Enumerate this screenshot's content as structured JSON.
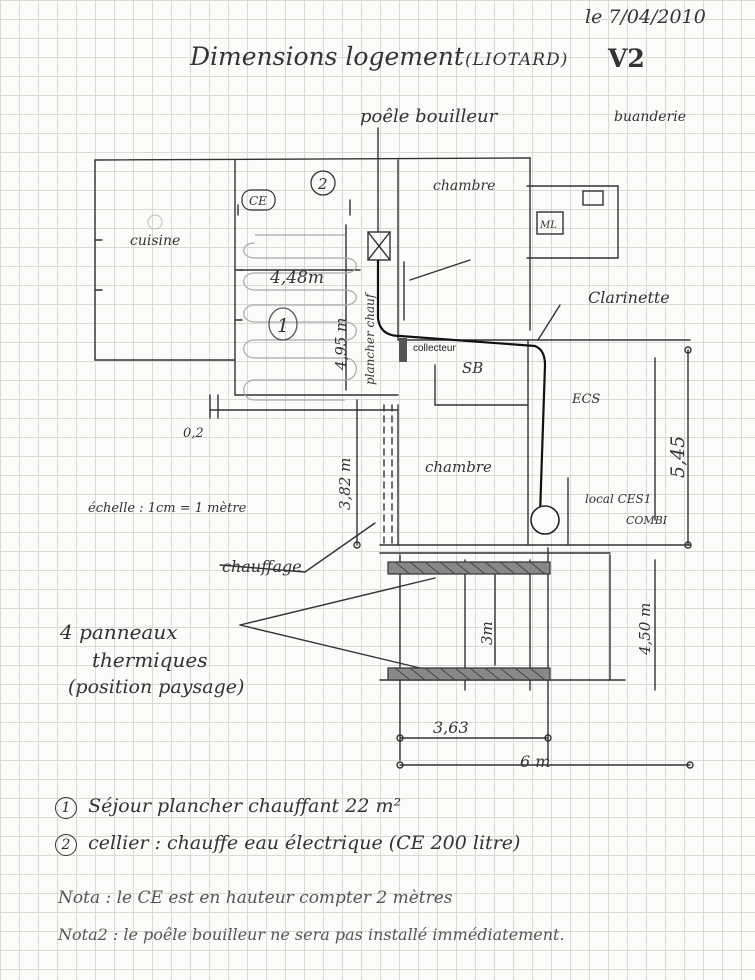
{
  "header": {
    "date": "le 7/04/2010",
    "title": "Dimensions logement",
    "owner": "(LIOTARD)",
    "version": "V2"
  },
  "rooms": {
    "cuisine": "cuisine",
    "chambre_top": "chambre",
    "chambre_mid": "chambre",
    "sb": "SB",
    "buanderie": "buanderie",
    "ml": "ML",
    "ce": "CE",
    "zone1": "1",
    "zone2": "2",
    "local": "local CES1",
    "local2": "COMBI"
  },
  "labels": {
    "poele": "poêle bouilleur",
    "clarinette": "Clarinette",
    "collecteur": "collecteur",
    "ecs": "ECS",
    "plancher": "plancher chauf",
    "chauffage": "chauffage",
    "echelle": "échelle : 1cm = 1 mètre"
  },
  "dimensions": {
    "d448": "4,48m",
    "d495": "4,95 m",
    "d02": "0,2",
    "d382": "3,82 m",
    "d545": "5,45",
    "d3m": "3m",
    "d450": "4,50 m",
    "d363": "3,63",
    "d6m": "6 m"
  },
  "panels": {
    "line1": "4 panneaux",
    "line2": "thermiques",
    "line3": "(position paysage)"
  },
  "notes": {
    "n1_num": "1",
    "n1": "Séjour plancher chauffant 22 m²",
    "n2_num": "2",
    "n2": "cellier : chauffe eau électrique (CE 200 litre)",
    "nota1": "Nota : le CE est en hauteur compter 2 mètres",
    "nota2": "Nota2 : le poêle bouilleur ne sera pas installé immédiatement."
  }
}
